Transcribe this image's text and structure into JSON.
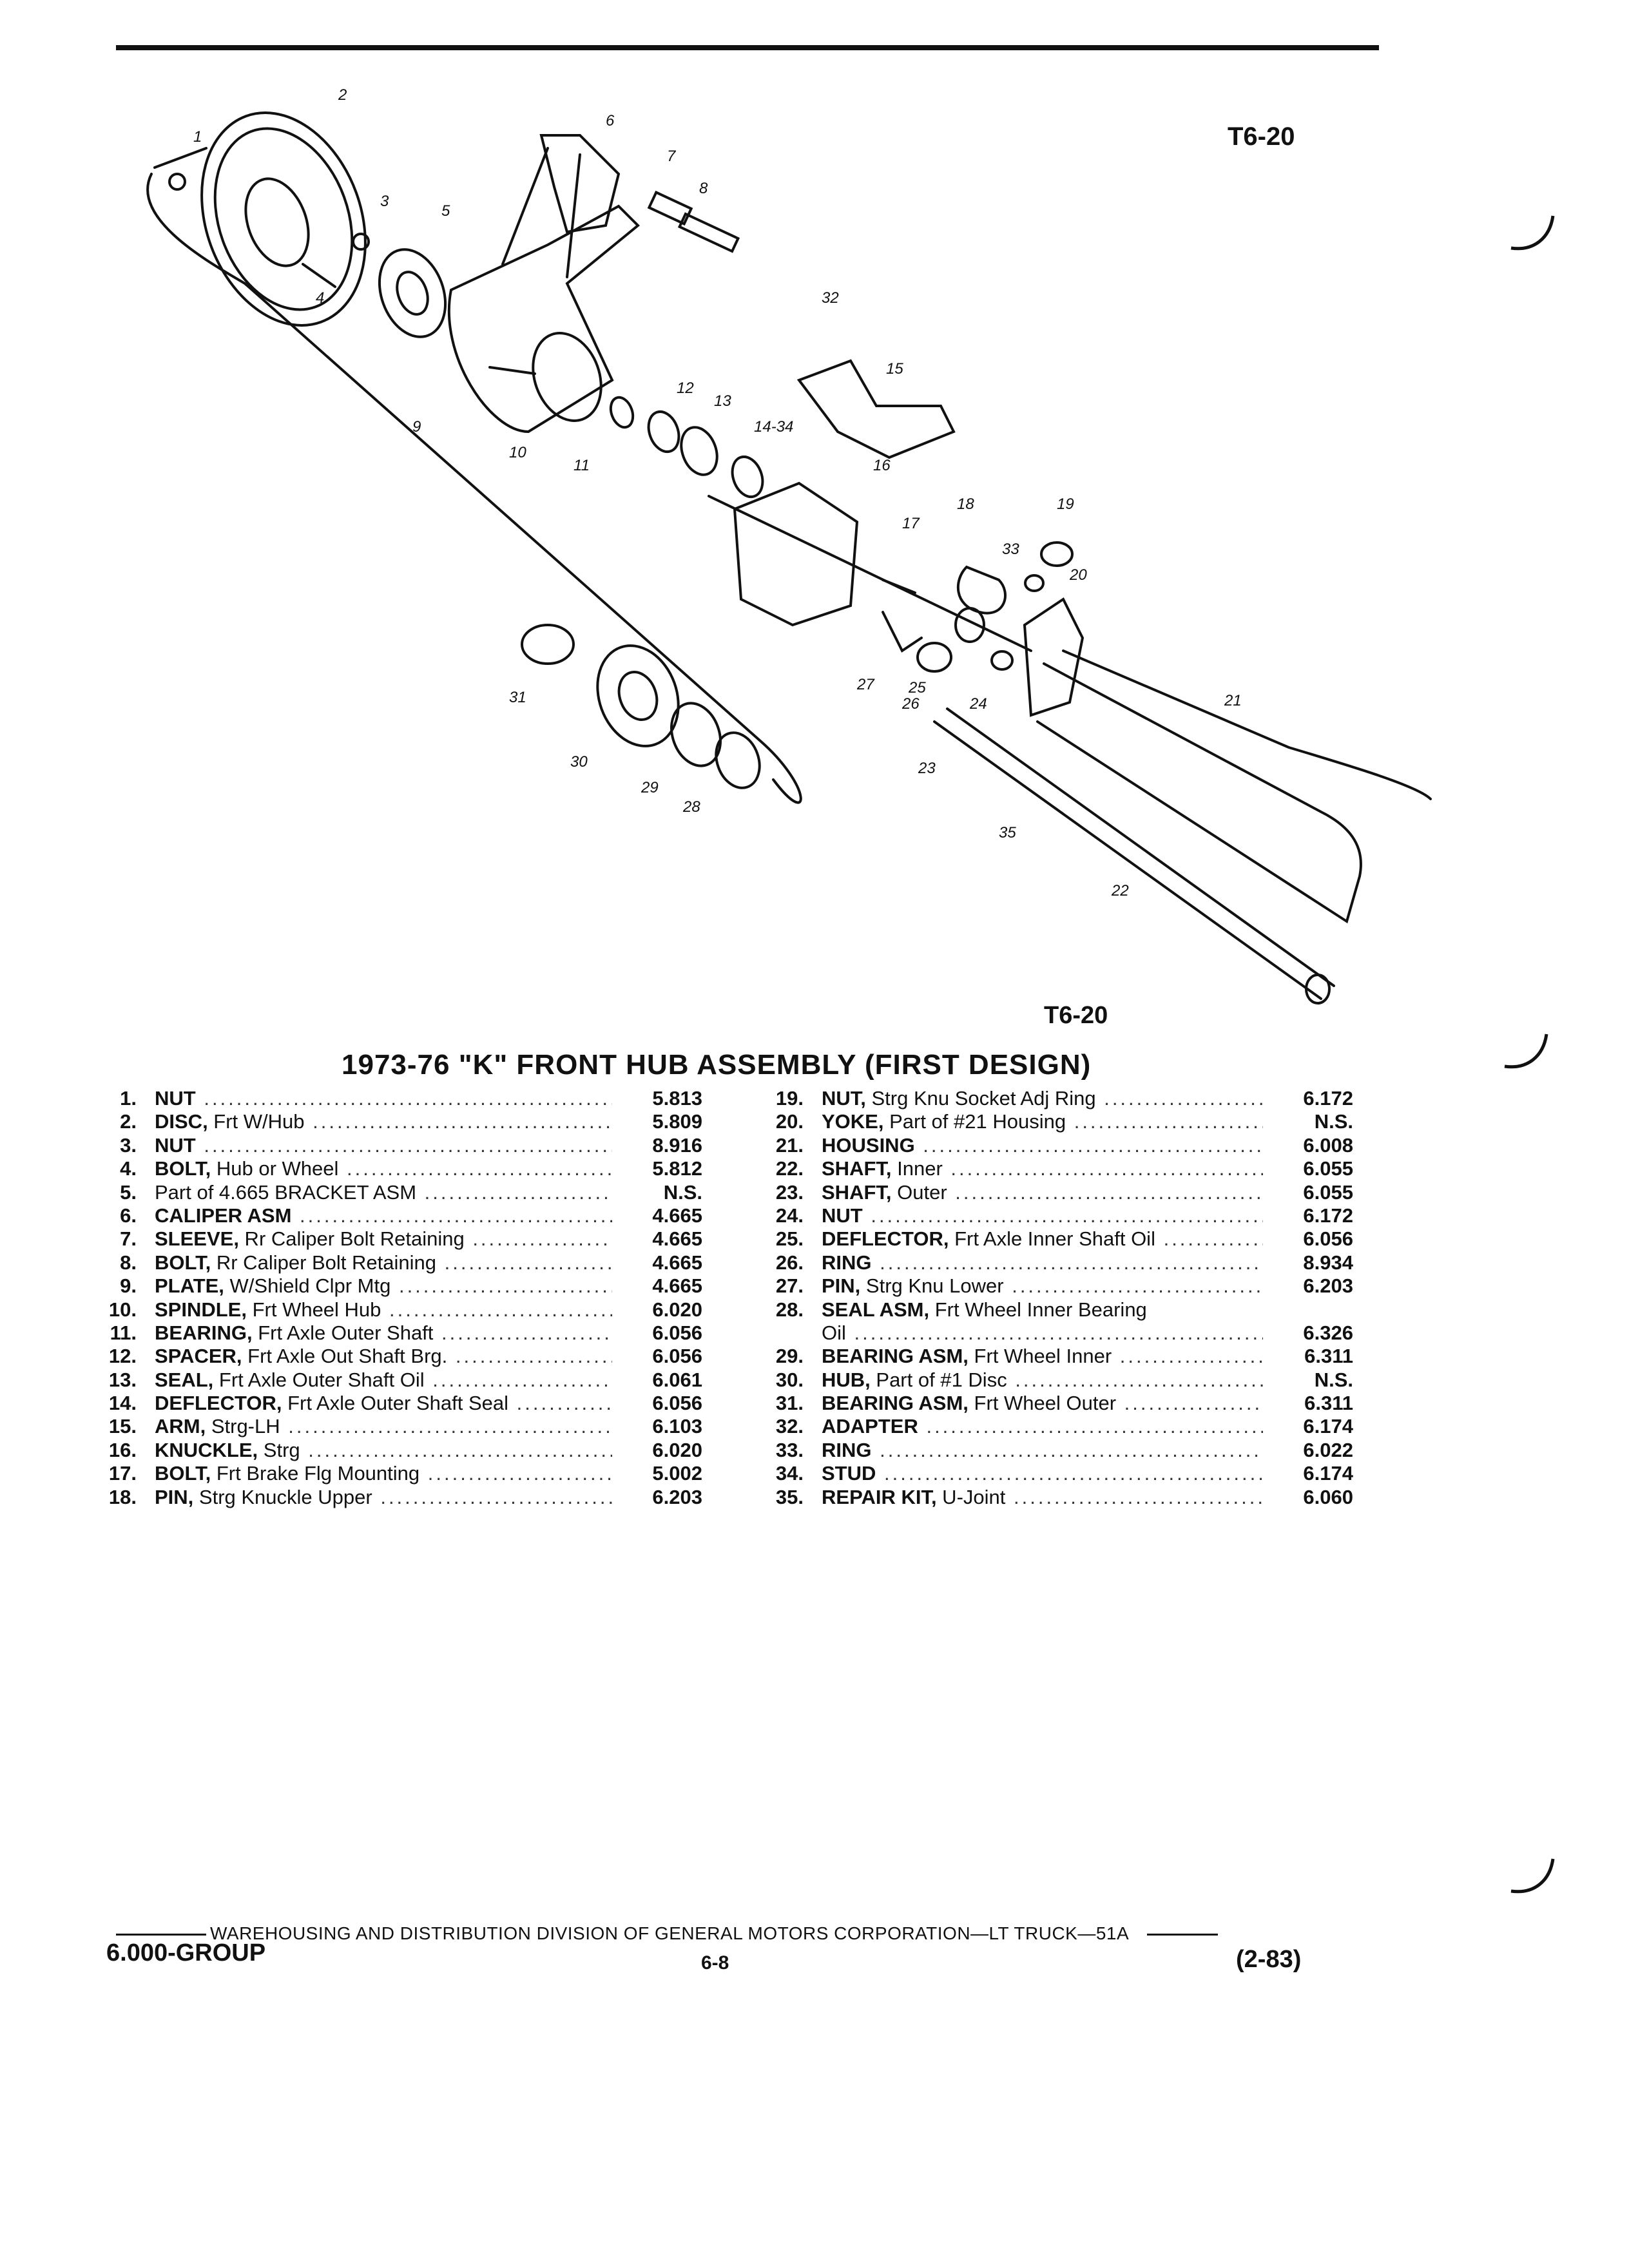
{
  "page": {
    "figure_code": "T6-20",
    "title": "1973-76 \"K\" FRONT HUB ASSEMBLY (FIRST DESIGN)"
  },
  "callouts": [
    "1",
    "2",
    "3",
    "4",
    "5",
    "6",
    "7",
    "8",
    "9",
    "10",
    "11",
    "12",
    "13",
    "14-34",
    "15",
    "16",
    "17",
    "18",
    "19",
    "20",
    "21",
    "22",
    "23",
    "24",
    "25",
    "26",
    "27",
    "28",
    "29",
    "30",
    "31",
    "32",
    "33",
    "35"
  ],
  "parts_left": [
    {
      "num": "1.",
      "name": "NUT",
      "desc": "",
      "code": "5.813"
    },
    {
      "num": "2.",
      "name": "DISC,",
      "desc": " Frt W/Hub",
      "code": "5.809"
    },
    {
      "num": "3.",
      "name": "NUT",
      "desc": "",
      "code": "8.916"
    },
    {
      "num": "4.",
      "name": "BOLT,",
      "desc": " Hub or Wheel",
      "code": "5.812"
    },
    {
      "num": "5.",
      "name": "",
      "desc": "Part of 4.665 BRACKET ASM",
      "code": "N.S."
    },
    {
      "num": "6.",
      "name": "CALIPER ASM",
      "desc": "",
      "code": "4.665"
    },
    {
      "num": "7.",
      "name": "SLEEVE,",
      "desc": " Rr Caliper Bolt Retaining",
      "code": "4.665"
    },
    {
      "num": "8.",
      "name": "BOLT,",
      "desc": " Rr Caliper Bolt Retaining",
      "code": "4.665"
    },
    {
      "num": "9.",
      "name": "PLATE,",
      "desc": " W/Shield Clpr Mtg",
      "code": "4.665"
    },
    {
      "num": "10.",
      "name": "SPINDLE,",
      "desc": " Frt Wheel Hub",
      "code": "6.020"
    },
    {
      "num": "11.",
      "name": "BEARING,",
      "desc": " Frt Axle Outer Shaft",
      "code": "6.056"
    },
    {
      "num": "12.",
      "name": "SPACER,",
      "desc": " Frt Axle Out Shaft Brg.",
      "code": "6.056"
    },
    {
      "num": "13.",
      "name": "SEAL,",
      "desc": " Frt Axle Outer Shaft Oil",
      "code": "6.061"
    },
    {
      "num": "14.",
      "name": "DEFLECTOR,",
      "desc": " Frt Axle Outer Shaft Seal",
      "code": "6.056"
    },
    {
      "num": "15.",
      "name": "ARM,",
      "desc": " Strg-LH",
      "code": "6.103"
    },
    {
      "num": "16.",
      "name": "KNUCKLE,",
      "desc": " Strg",
      "code": "6.020"
    },
    {
      "num": "17.",
      "name": "BOLT,",
      "desc": " Frt Brake Flg Mounting",
      "code": "5.002"
    },
    {
      "num": "18.",
      "name": "PIN,",
      "desc": " Strg Knuckle Upper",
      "code": "6.203"
    }
  ],
  "parts_right": [
    {
      "num": "19.",
      "name": "NUT,",
      "desc": " Strg Knu Socket Adj Ring",
      "code": "6.172"
    },
    {
      "num": "20.",
      "name": "YOKE,",
      "desc": " Part of #21 Housing",
      "code": "N.S."
    },
    {
      "num": "21.",
      "name": "HOUSING",
      "desc": "",
      "code": "6.008"
    },
    {
      "num": "22.",
      "name": "SHAFT,",
      "desc": " Inner",
      "code": "6.055"
    },
    {
      "num": "23.",
      "name": "SHAFT,",
      "desc": " Outer",
      "code": "6.055"
    },
    {
      "num": "24.",
      "name": "NUT",
      "desc": "",
      "code": "6.172"
    },
    {
      "num": "25.",
      "name": "DEFLECTOR,",
      "desc": " Frt Axle Inner Shaft Oil",
      "code": "6.056"
    },
    {
      "num": "26.",
      "name": "RING",
      "desc": "",
      "code": "8.934"
    },
    {
      "num": "27.",
      "name": "PIN,",
      "desc": " Strg Knu Lower",
      "code": "6.203"
    },
    {
      "num": "28.",
      "name": "SEAL ASM,",
      "desc": " Frt Wheel Inner Bearing",
      "code": ""
    },
    {
      "num": "",
      "name": "",
      "desc": "Oil",
      "code": "6.326"
    },
    {
      "num": "29.",
      "name": "BEARING ASM,",
      "desc": " Frt Wheel Inner",
      "code": "6.311"
    },
    {
      "num": "30.",
      "name": "HUB,",
      "desc": " Part of #1 Disc",
      "code": "N.S."
    },
    {
      "num": "31.",
      "name": "BEARING ASM,",
      "desc": " Frt Wheel Outer",
      "code": "6.311"
    },
    {
      "num": "32.",
      "name": "ADAPTER",
      "desc": "",
      "code": "6.174"
    },
    {
      "num": "33.",
      "name": "RING",
      "desc": "",
      "code": "6.022"
    },
    {
      "num": "34.",
      "name": "STUD",
      "desc": "",
      "code": "6.174"
    },
    {
      "num": "35.",
      "name": "REPAIR KIT,",
      "desc": " U-Joint",
      "code": "6.060"
    }
  ],
  "footer": {
    "division": "WAREHOUSING AND DISTRIBUTION  DIVISION OF GENERAL MOTORS CORPORATION—LT TRUCK—51A",
    "group": "6.000-GROUP",
    "page_number": "6-8",
    "date_code": "(2-83)"
  }
}
